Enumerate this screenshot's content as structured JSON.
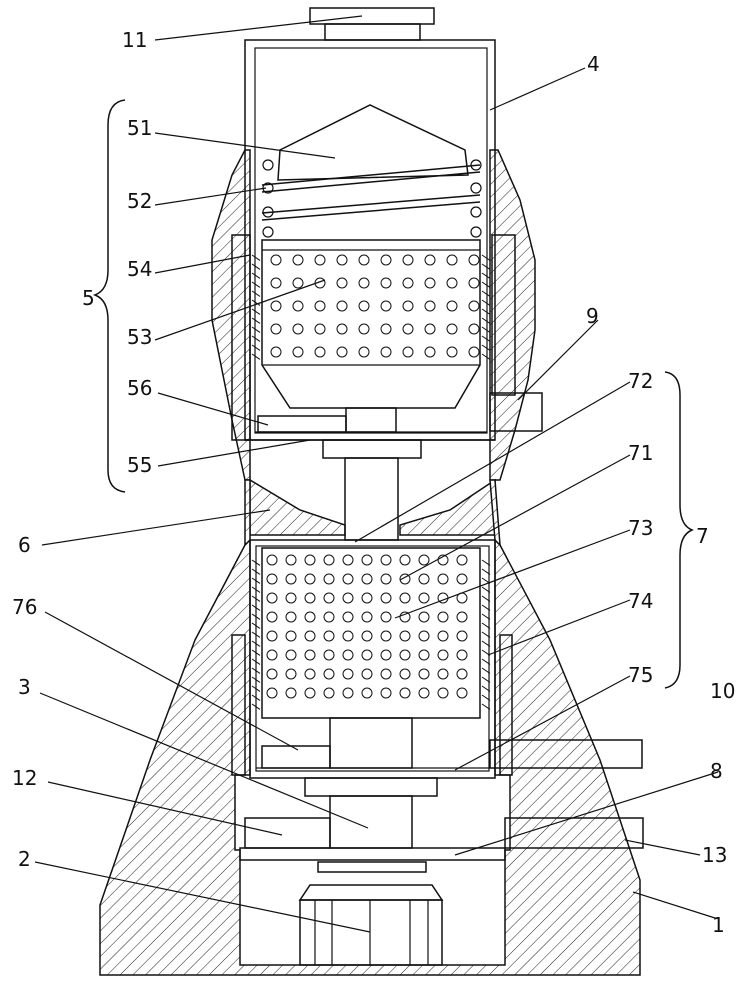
{
  "labels": {
    "l1": "1",
    "l2": "2",
    "l3": "3",
    "l4": "4",
    "l5": "5",
    "l6": "6",
    "l7": "7",
    "l8": "8",
    "l9": "9",
    "l10": "10",
    "l11": "11",
    "l12": "12",
    "l13": "13",
    "l51": "51",
    "l52": "52",
    "l53": "53",
    "l54": "54",
    "l55": "55",
    "l56": "56",
    "l71": "71",
    "l72": "72",
    "l73": "73",
    "l74": "74",
    "l75": "75",
    "l76": "76"
  }
}
